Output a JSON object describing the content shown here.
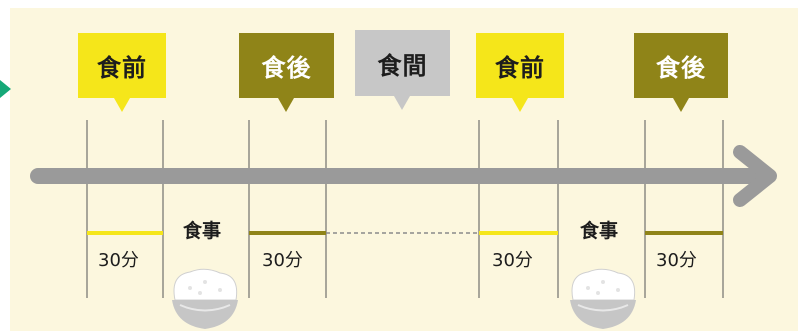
{
  "labels": {
    "before_meal_1": "食前",
    "after_meal_1": "食後",
    "between_meals": "食間",
    "before_meal_2": "食前",
    "after_meal_2": "食後"
  },
  "meal_1": "食事",
  "meal_2": "食事",
  "durations": [
    "30分",
    "30分",
    "30分",
    "30分"
  ],
  "colors": {
    "background": "#fcf7de",
    "before_meal": "#f5e61a",
    "after_meal": "#8f8418",
    "between_meals": "#c7c7c7",
    "timeline": "#9a9a9a",
    "corner_arrow": "#15a878"
  },
  "icons": [
    "rice-bowl-icon",
    "rice-bowl-icon"
  ]
}
